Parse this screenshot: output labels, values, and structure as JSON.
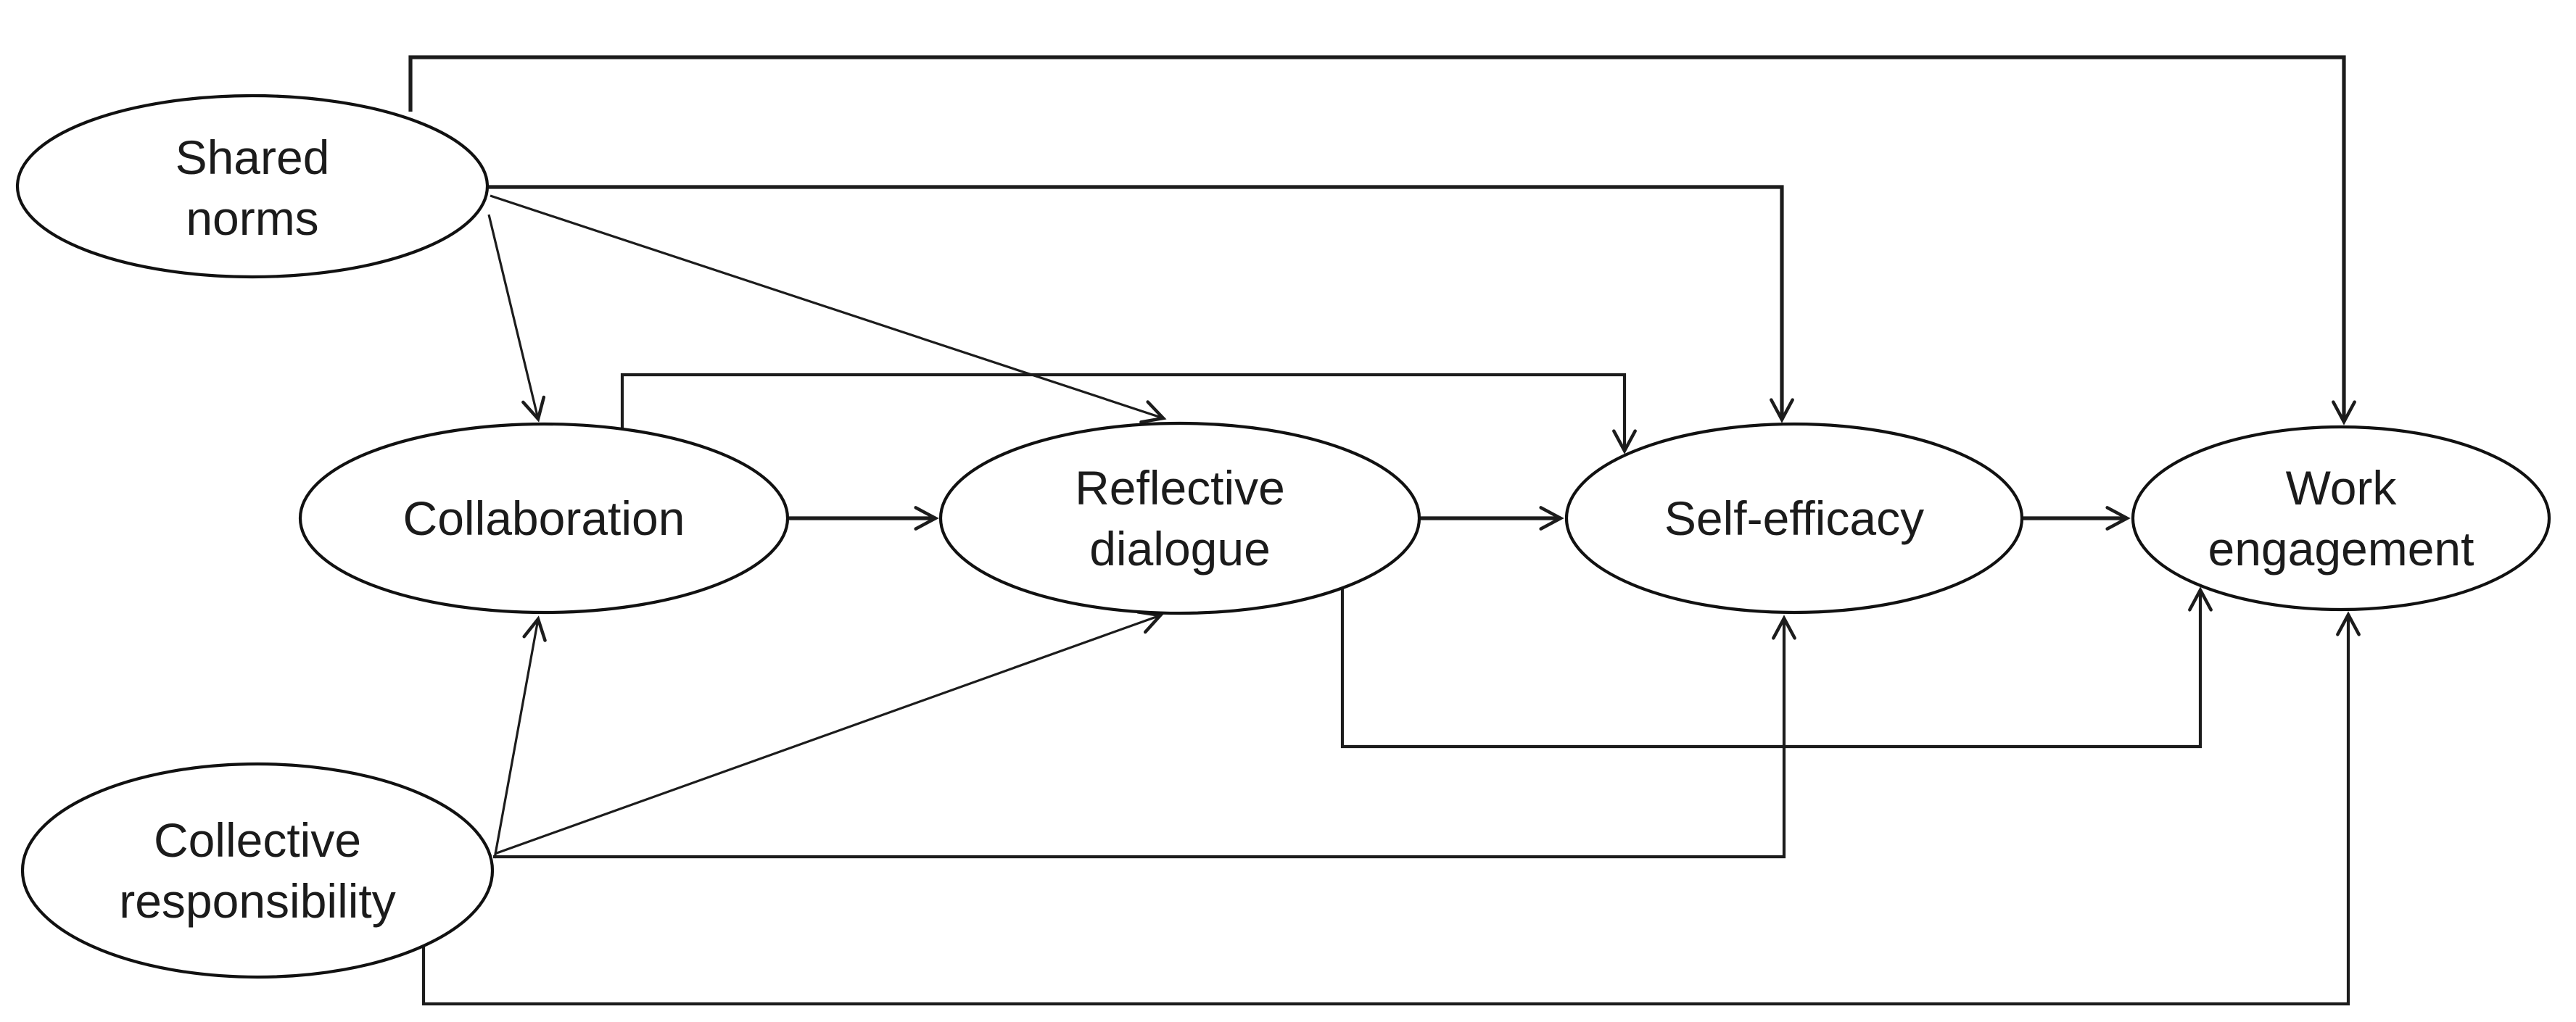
{
  "diagram": {
    "type": "path-model",
    "background_color": "#ffffff",
    "line_color": "#1c1c1c",
    "node_fill": "#ffffff",
    "node_border_color": "#111111",
    "nodes": {
      "shared_norms": {
        "label": "Shared norms",
        "lines": [
          "Shared",
          "norms"
        ]
      },
      "collaboration": {
        "label": "Collaboration",
        "lines": [
          "Collaboration"
        ]
      },
      "reflective_dialogue": {
        "label": "Reflective dialogue",
        "lines": [
          "Reflective",
          "dialogue"
        ]
      },
      "self_efficacy": {
        "label": "Self-efficacy",
        "lines": [
          "Self-efficacy"
        ]
      },
      "work_engagement": {
        "label": "Work engagement",
        "lines": [
          "Work",
          "engagement"
        ]
      },
      "collective_responsibility": {
        "label": "Collective responsibility",
        "lines": [
          "Collective",
          "responsibility"
        ]
      }
    },
    "edges": [
      {
        "from": "Shared norms",
        "to": "Collaboration"
      },
      {
        "from": "Shared norms",
        "to": "Reflective dialogue"
      },
      {
        "from": "Shared norms",
        "to": "Self-efficacy"
      },
      {
        "from": "Shared norms",
        "to": "Work engagement"
      },
      {
        "from": "Collective responsibility",
        "to": "Collaboration"
      },
      {
        "from": "Collective responsibility",
        "to": "Reflective dialogue"
      },
      {
        "from": "Collective responsibility",
        "to": "Self-efficacy"
      },
      {
        "from": "Collective responsibility",
        "to": "Work engagement"
      },
      {
        "from": "Collaboration",
        "to": "Reflective dialogue"
      },
      {
        "from": "Collaboration",
        "to": "Self-efficacy"
      },
      {
        "from": "Reflective dialogue",
        "to": "Self-efficacy"
      },
      {
        "from": "Reflective dialogue",
        "to": "Work engagement"
      },
      {
        "from": "Self-efficacy",
        "to": "Work engagement"
      }
    ]
  }
}
